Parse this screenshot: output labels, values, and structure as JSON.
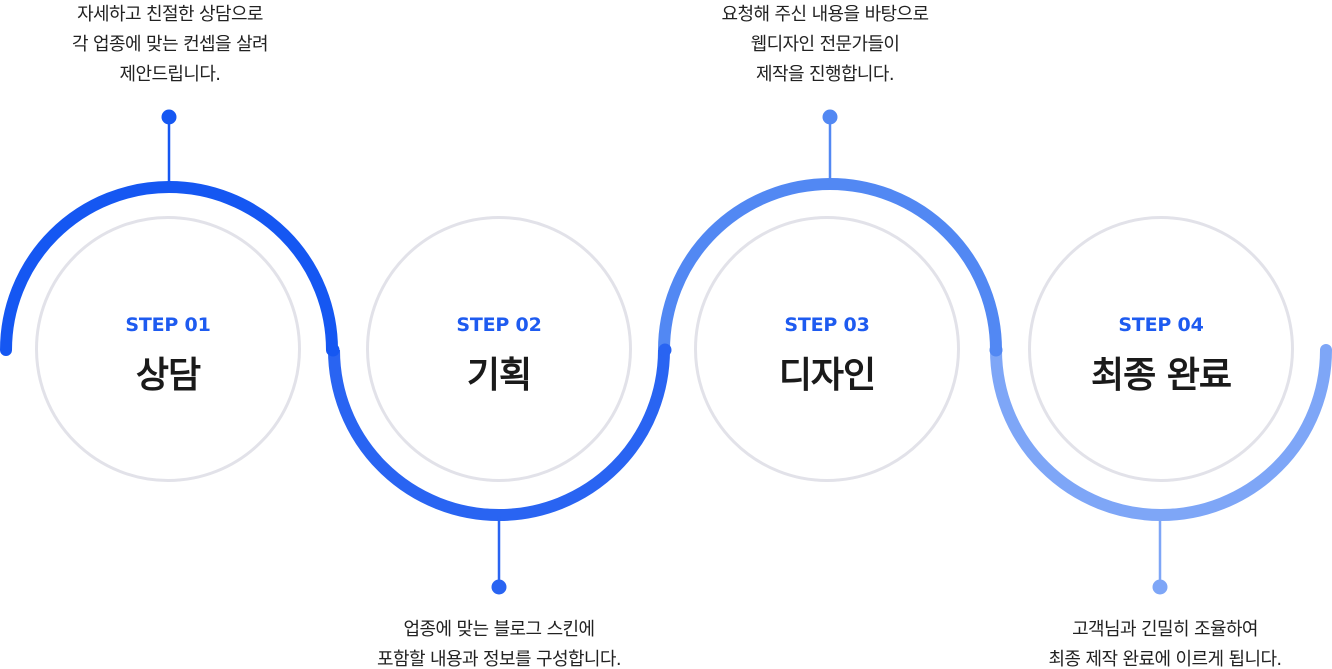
{
  "colors": {
    "step1": "#1557f2",
    "step2": "#2964f2",
    "step3": "#5288f3",
    "step4": "#7ea6f7",
    "circle_border": "#e2e2e9",
    "label": "#1e5bf0",
    "title": "#1a1a1a",
    "text": "#222222"
  },
  "steps": [
    {
      "label": "STEP 01",
      "title": "상담",
      "description": [
        "자세하고 친절한 상담으로",
        "각 업종에 맞는 컨셉을 살려",
        "제안드립니다."
      ]
    },
    {
      "label": "STEP 02",
      "title": "기획",
      "description": [
        "업종에 맞는 블로그 스킨에",
        "포함할 내용과 정보를 구성합니다."
      ]
    },
    {
      "label": "STEP 03",
      "title": "디자인",
      "description": [
        "요청해 주신 내용을 바탕으로",
        "웹디자인 전문가들이",
        "제작을 진행합니다."
      ]
    },
    {
      "label": "STEP 04",
      "title": "최종 완료",
      "description": [
        "고객님과 긴밀히 조율하여",
        "최종 제작 완료에 이르게 됩니다."
      ]
    }
  ]
}
